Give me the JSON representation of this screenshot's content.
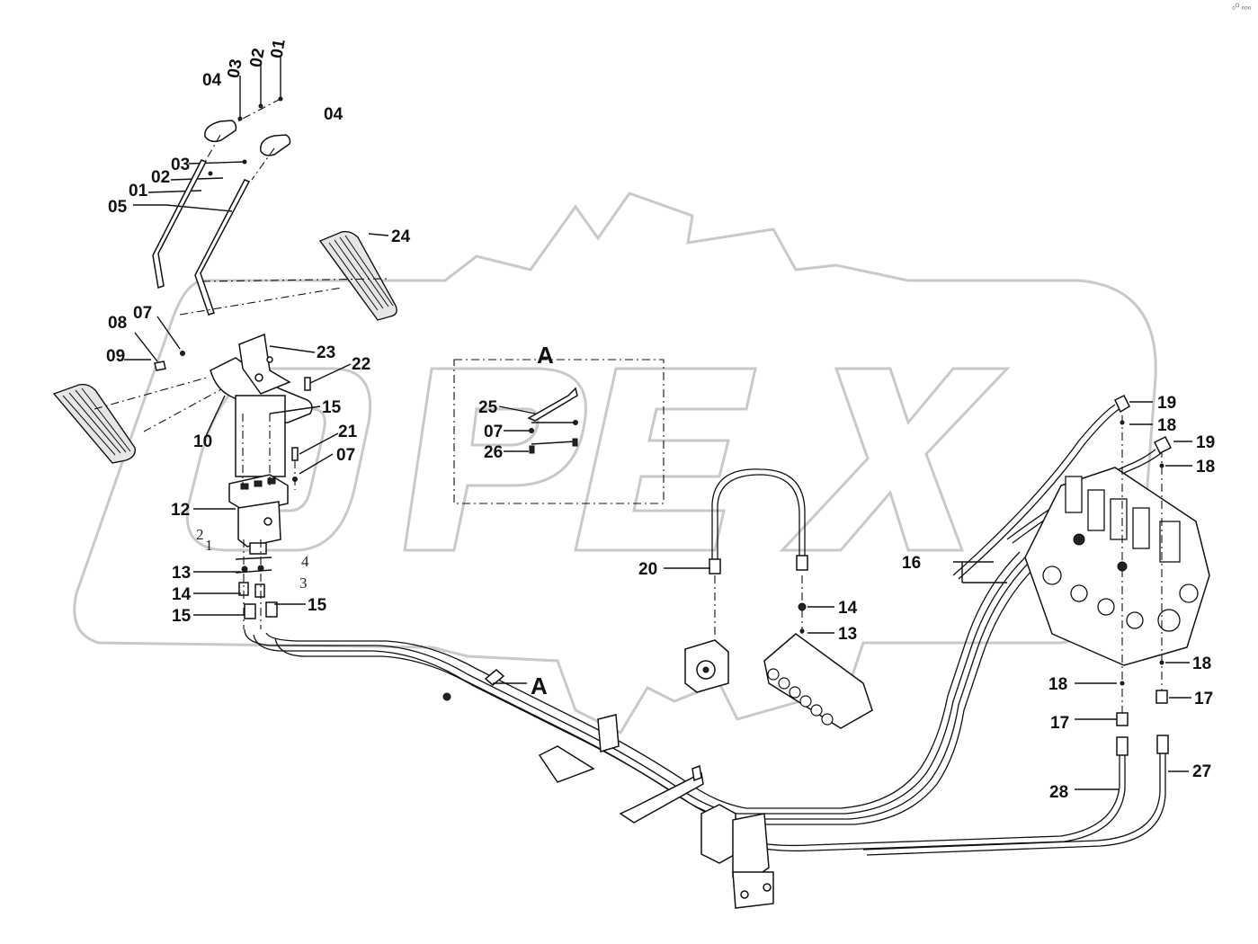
{
  "watermark": "OPEX",
  "corner_mark": "ₒᴼ ₒₒₒ",
  "section_label": "A",
  "section_callout": "A",
  "callouts": {
    "c01a": "01",
    "c02a": "02",
    "c03a": "03",
    "c04a": "04",
    "c04b": "04",
    "c03b": "03",
    "c02b": "02",
    "c01b": "01",
    "c05": "05",
    "c24": "24",
    "c08": "08",
    "c07a": "07",
    "c09": "09",
    "c23": "23",
    "c22": "22",
    "c15a": "15",
    "c10": "10",
    "c21": "21",
    "c07b": "07",
    "c12": "12",
    "c13a": "13",
    "c14a": "14",
    "c15b": "15",
    "c15c": "15",
    "c25": "25",
    "c07c": "07",
    "c26": "26",
    "c19a": "19",
    "c18a": "18",
    "c19b": "19",
    "c18b": "18",
    "c16": "16",
    "c20": "20",
    "c14b": "14",
    "c13b": "13",
    "c18c": "18",
    "c18d": "18",
    "c17a": "17",
    "c17b": "17",
    "c28": "28",
    "c27": "27"
  },
  "port_labels": {
    "p1": "1",
    "p2": "2",
    "p3": "3",
    "p4": "4"
  }
}
